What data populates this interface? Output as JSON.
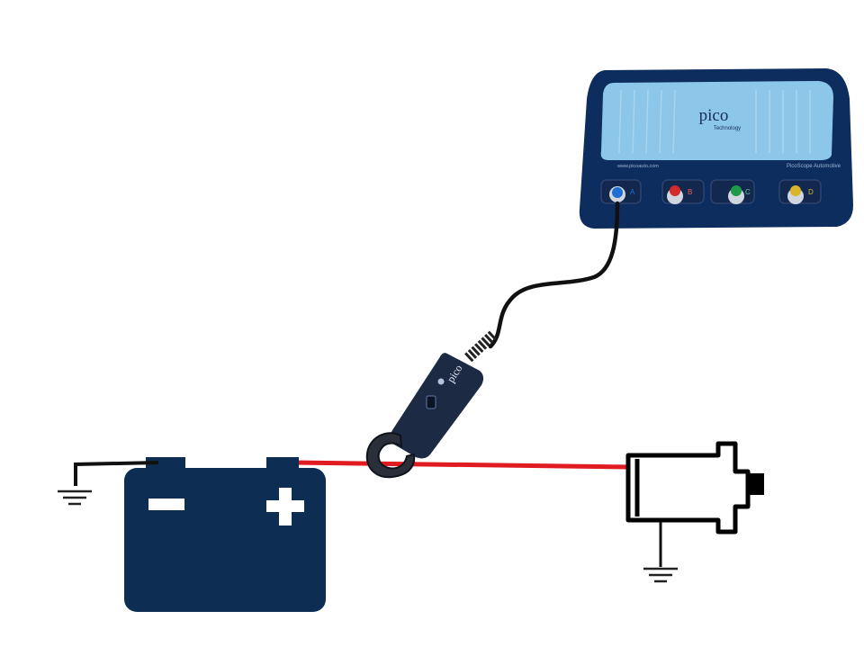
{
  "colors": {
    "background": "#ffffff",
    "battery": "#0d2e52",
    "positive_cable": "#e11b22",
    "ground_wire": "#111111",
    "scope_body": "#0c2d5e",
    "scope_panel": "#8cc6e8",
    "probe_body": "#1d2a44",
    "channel_a": "#1f6fd1",
    "channel_b": "#d42a2a",
    "channel_c": "#1f9a4a",
    "channel_d": "#d9b52a"
  },
  "oscilloscope": {
    "brand": "pico",
    "brand_sub": "Technology",
    "website": "www.picoauto.com",
    "model": "PicoScope Automotive",
    "channels": [
      "A",
      "B",
      "C",
      "D"
    ],
    "connected_channel": "A",
    "icons": [
      "usb-cable-icon",
      "bnc-connector-icon"
    ]
  },
  "current_clamp": {
    "brand": "pico",
    "clamped_on": "positive-cable"
  },
  "battery": {
    "negative_symbol": "minus-sign-icon",
    "positive_symbol": "plus-sign-icon"
  },
  "starter_motor": {
    "symbol": "motor-icon"
  },
  "grounds": [
    "ground-symbol-icon",
    "ground-symbol-icon"
  ]
}
